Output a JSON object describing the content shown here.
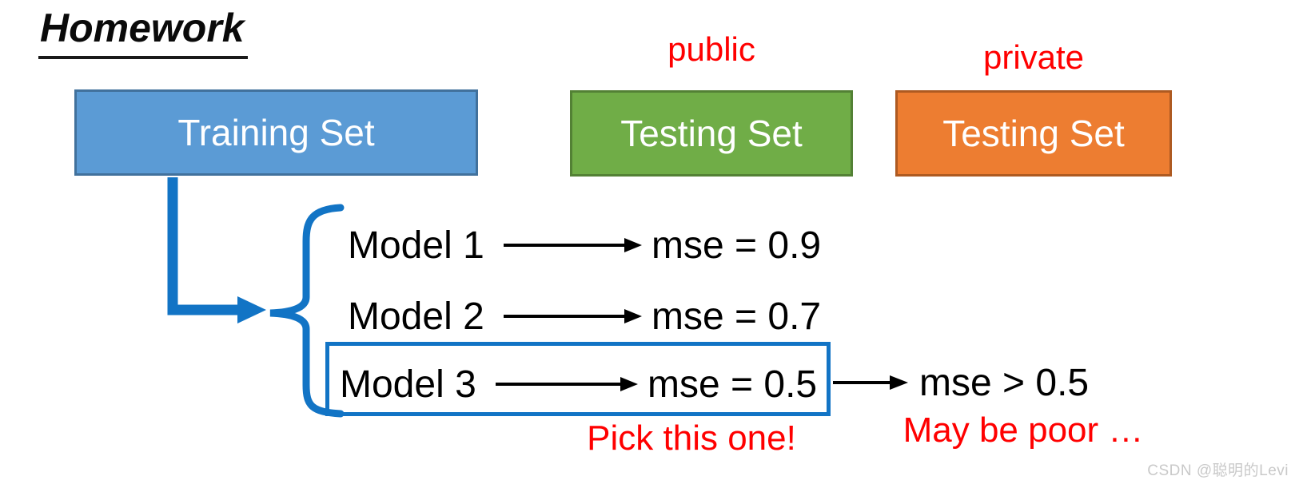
{
  "title": "Homework",
  "dataset_boxes": {
    "training": {
      "label": "Training Set",
      "fill": "#5B9BD5",
      "border": "#41719C"
    },
    "public_testing": {
      "tag": "public",
      "label": "Testing Set",
      "fill": "#70AD47",
      "border": "#538135"
    },
    "private_testing": {
      "tag": "private",
      "label": "Testing Set",
      "fill": "#ED7D31",
      "border": "#AE5A21"
    }
  },
  "models": [
    {
      "name": "Model 1",
      "public_result": "mse = 0.9",
      "picked": false
    },
    {
      "name": "Model 2",
      "public_result": "mse = 0.7",
      "picked": false
    },
    {
      "name": "Model 3",
      "public_result": "mse = 0.5",
      "picked": true
    }
  ],
  "private_result": "mse > 0.5",
  "annotations": {
    "pick": {
      "text": "Pick this one!",
      "color": "#FF0000"
    },
    "poor": {
      "text": "May be poor …",
      "color": "#FF0000"
    }
  },
  "accent_blue": "#1274C5",
  "text_red": "#FF0000",
  "watermark": "CSDN @聪明的Levi"
}
